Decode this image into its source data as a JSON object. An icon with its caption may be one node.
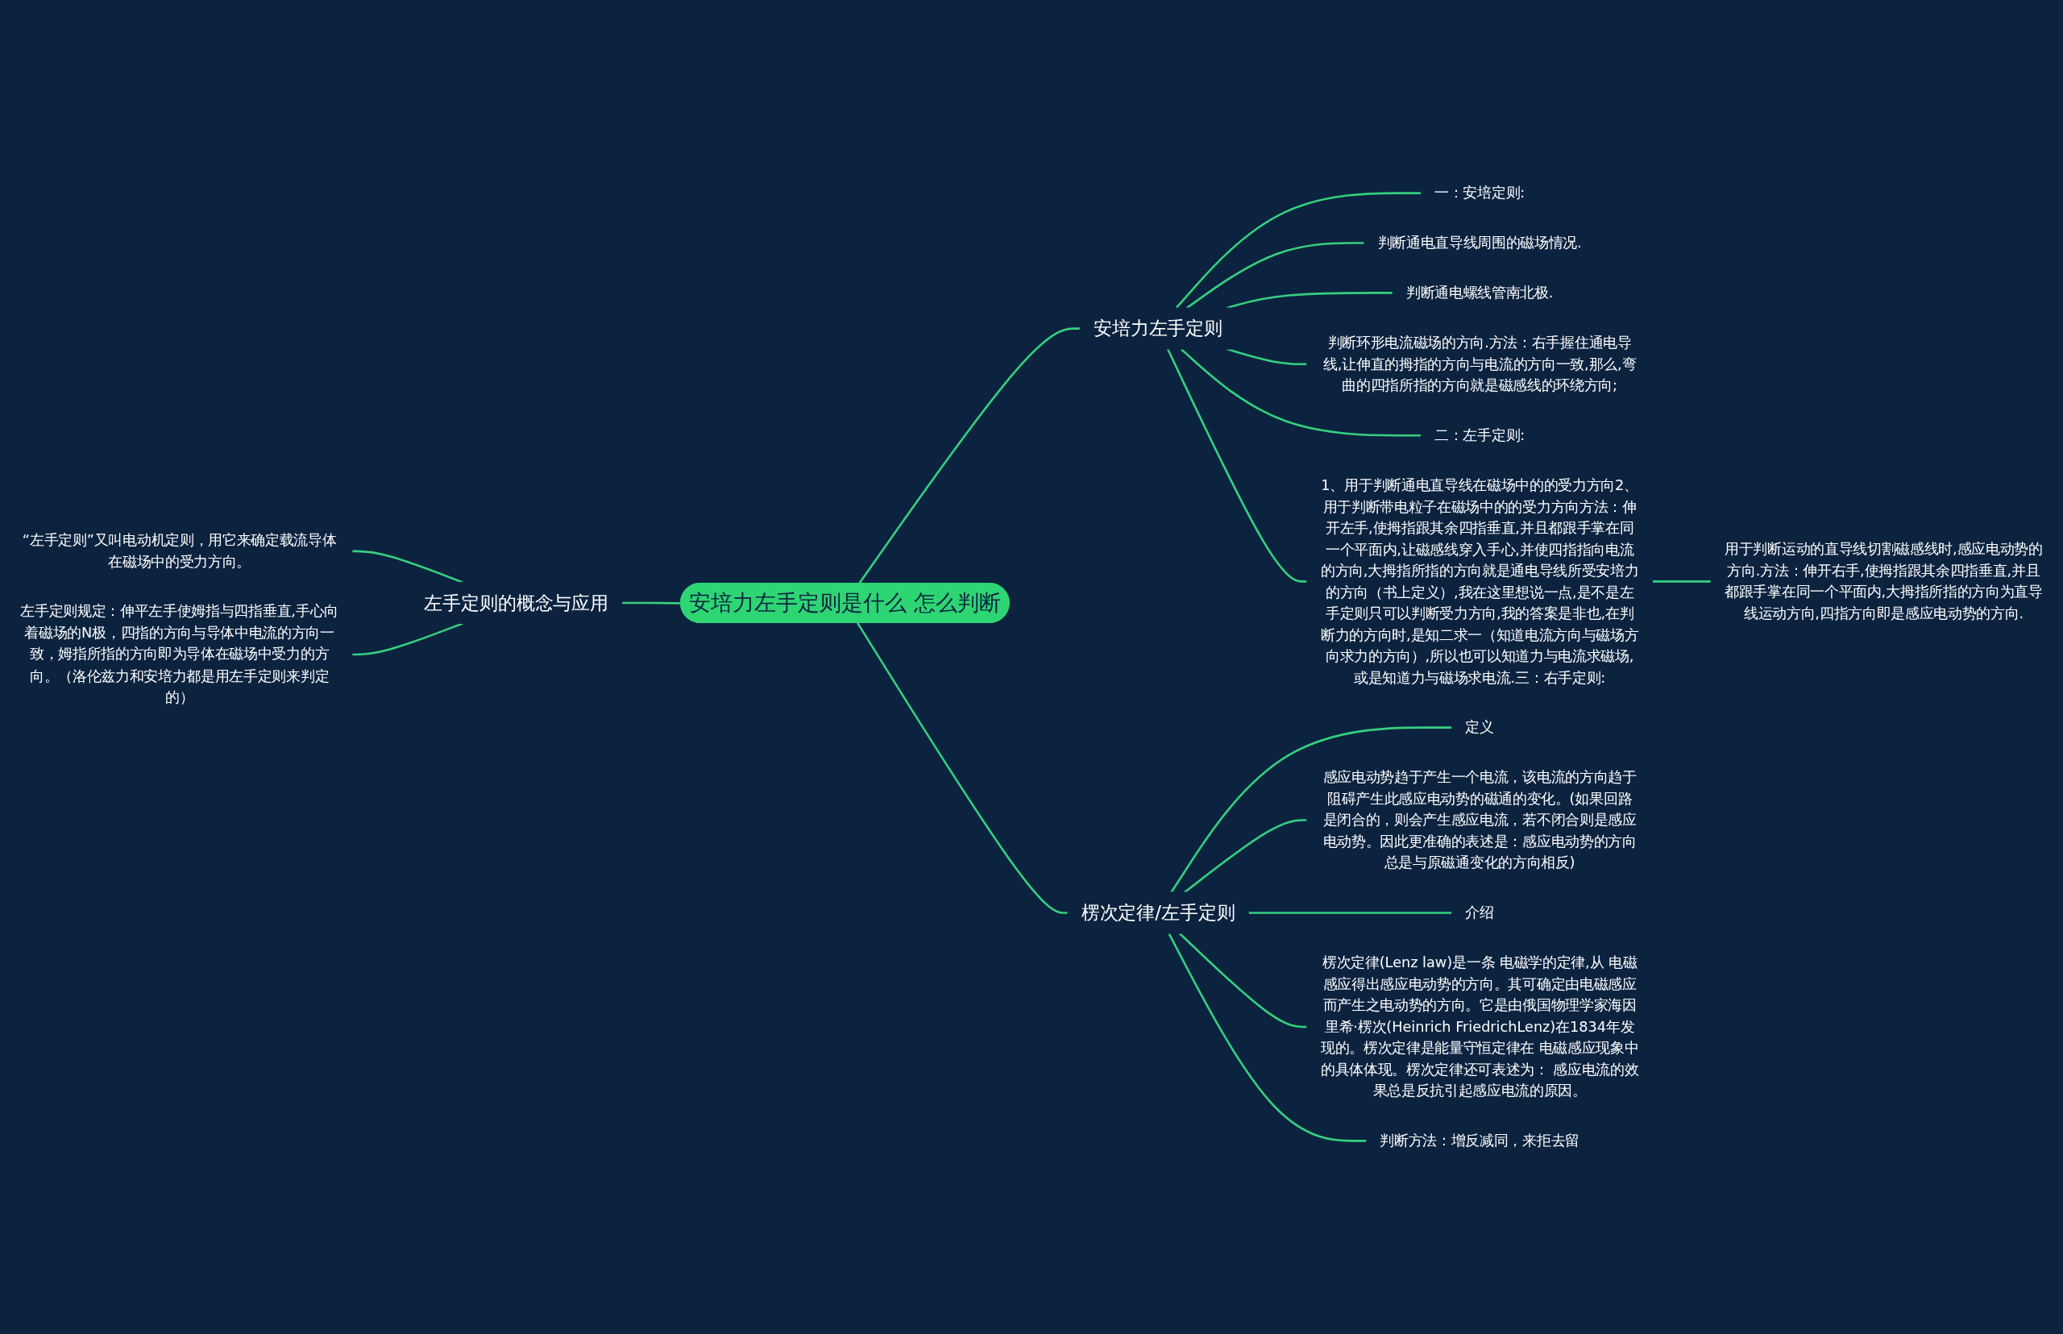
{
  "diagram": {
    "nodes": [
      {
        "text": [
          "安培力左手定则是什么 怎么判断"
        ]
      },
      {
        "text": [
          "安培力左手定则"
        ]
      },
      {
        "text": [
          "一：安培定则:"
        ]
      },
      {
        "text": [
          "判断通电直导线周围的磁场情况."
        ]
      },
      {
        "text": [
          "判断通电螺线管南北极."
        ]
      },
      {
        "text": [
          "判断环形电流磁场的方向.方法：右手握住通电导线,让伸直的拇指的方向与电流的方向一致,那么,弯曲的四指所指的方向就是磁感线的环绕方向;"
        ]
      },
      {
        "text": [
          "二：左手定则:"
        ]
      },
      {
        "text": [
          "1、用于判断通电直导线在磁场中的的受力方向2、用于判断带电粒子在磁场中的的受力方向方法：伸开左手,使拇指跟其余四指垂直,并且都跟手掌在同一个平面内,让磁感线穿入手心,并使四指指向电流的方向,大拇指所指的方向就是通电导线所受安培力的方向（书上定义）,我在这里想说一点,是不是左手定则只可以判断受力方向,我的答案是非也,在判断力的方向时,是知二求一（知道电流方向与磁场方向求力的方向）,所以也可以知道力与电流求磁场,或是知道力与磁场求电流.三：右手定则:"
        ]
      },
      {
        "text": [
          "用于判断运动的直导线切割磁感线时,感应电动势的方向.方法：伸开右手,使拇指跟其余四指垂直,并且都跟手掌在同一个平面内,大拇指所指的方向为直导线运动方向,四指方向即是感应电动势的方向."
        ]
      },
      {
        "text": [
          "楞次定律/左手定则"
        ]
      },
      {
        "text": [
          "定义"
        ]
      },
      {
        "text": [
          "感应电动势趋于产生一个电流，该电流的方向趋于阻碍产生此感应电动势的磁通的变化。(如果回路是闭合的，则会产生感应电流，若不闭合则是感应电动势。因此更准确的表述是：感应电动势的方向总是与原磁通变化的方向相反)"
        ]
      },
      {
        "text": [
          "介绍"
        ]
      },
      {
        "text": [
          "楞次定律(Lenz law)是一条 电磁学的定律,从 电磁感应得出感应电动势的方向。其可确定由电磁感应而产生之电动势的方向。它是由俄国物理学家海因里希·楞次(Heinrich FriedrichLenz)在1834年发现的。楞次定律是能量守恒定律在 电磁感应现象中的具体体现。楞次定律还可表述为： 感应电流的效果总是反抗引起感应电流的原因。"
        ]
      },
      {
        "text": [
          "判断方法：增反减同，来拒去留"
        ]
      },
      {
        "text": [
          "左手定则的概念与应用"
        ]
      },
      {
        "text": [
          "“左手定则”又叫电动机定则，用它来确定载流导体在磁场中的受力方向。"
        ]
      },
      {
        "text": [
          "左手定则规定：伸平左手使姆指与四指垂直,手心向着磁场的N极，四指的方向与导体中电流的方向一致，姆指所指的方向即为导体在磁场中受力的方向。（洛伦兹力和安培力都是用左手定则来判定的）"
        ]
      }
    ],
    "edges": [
      {
        "from": 0,
        "to": 1,
        "arrow": "none"
      },
      {
        "from": 1,
        "to": 2,
        "arrow": "none"
      },
      {
        "from": 1,
        "to": 3,
        "arrow": "none"
      },
      {
        "from": 1,
        "to": 4,
        "arrow": "none"
      },
      {
        "from": 1,
        "to": 5,
        "arrow": "none"
      },
      {
        "from": 1,
        "to": 6,
        "arrow": "none"
      },
      {
        "from": 1,
        "to": 7,
        "arrow": "none"
      },
      {
        "from": 7,
        "to": 8,
        "arrow": "none"
      },
      {
        "from": 0,
        "to": 9,
        "arrow": "none"
      },
      {
        "from": 9,
        "to": 10,
        "arrow": "none"
      },
      {
        "from": 9,
        "to": 11,
        "arrow": "none"
      },
      {
        "from": 9,
        "to": 12,
        "arrow": "none"
      },
      {
        "from": 9,
        "to": 13,
        "arrow": "none"
      },
      {
        "from": 9,
        "to": 14,
        "arrow": "none"
      },
      {
        "from": 15,
        "to": 0,
        "arrow": "none"
      },
      {
        "from": 16,
        "to": 15,
        "arrow": "none"
      },
      {
        "from": 17,
        "to": 15,
        "arrow": "none"
      }
    ]
  }
}
